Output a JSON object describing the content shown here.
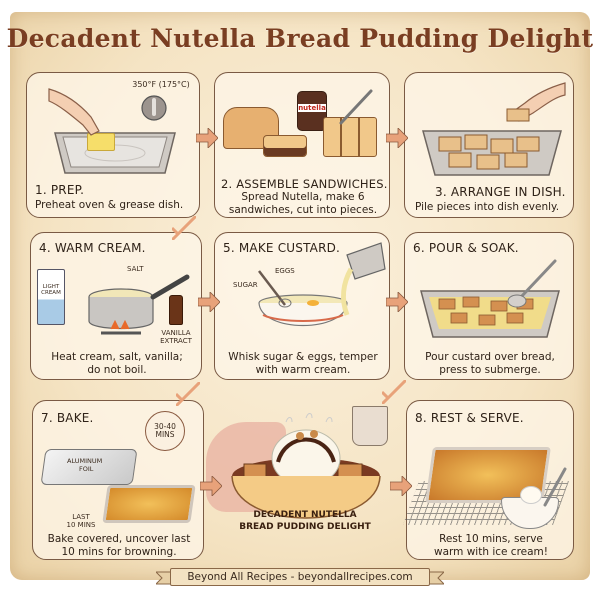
{
  "title": "Decadent Nutella Bread Pudding Delight",
  "colors": {
    "title": "#7a3e22",
    "parchment": "#f5e4c4",
    "panel_border": "#7a5a44",
    "arrow": "#e8a27a",
    "text": "#2f2218"
  },
  "steps": [
    {
      "number": "1",
      "label": "1. PREP.",
      "description": "Preheat oven & grease dish.",
      "annotations": {
        "temperature": "350°F (175°C)"
      },
      "icons": [
        "hand-icon",
        "butter-icon",
        "baking-dish-icon",
        "oven-dial-icon"
      ]
    },
    {
      "number": "2",
      "label": "2. ASSEMBLE SANDWICHES.",
      "description_line1": "Spread Nutella, make 6",
      "description_line2": "sandwiches, cut into pieces.",
      "annotations": {
        "jar_label": "nutella"
      },
      "icons": [
        "bread-loaf-icon",
        "nutella-jar-icon",
        "sandwich-icon",
        "knife-icon"
      ]
    },
    {
      "number": "3",
      "label": "3. ARRANGE IN DISH.",
      "description": "Pile pieces into dish evenly.",
      "icons": [
        "hand-icon",
        "baking-dish-icon",
        "bread-pieces-icon"
      ]
    },
    {
      "number": "4",
      "label": "4. WARM CREAM.",
      "description_line1": "Heat cream, salt, vanilla;",
      "description_line2": "do not boil.",
      "annotations": {
        "carton": "LIGHT CREAM",
        "salt": "SALT",
        "vanilla_line1": "VANILLA",
        "vanilla_line2": "EXTRACT"
      },
      "icons": [
        "cream-carton-icon",
        "saucepan-icon",
        "salt-icon",
        "vanilla-bottle-icon",
        "stove-flame-icon"
      ]
    },
    {
      "number": "5",
      "label": "5. MAKE CUSTARD.",
      "description_line1": "Whisk sugar & eggs, temper",
      "description_line2": "with warm cream.",
      "annotations": {
        "sugar": "SUGAR",
        "eggs": "EGGS"
      },
      "icons": [
        "mixing-bowl-icon",
        "whisk-icon",
        "saucepan-pour-icon"
      ]
    },
    {
      "number": "6",
      "label": "6. POUR & SOAK.",
      "description_line1": "Pour custard over bread,",
      "description_line2": "press to submerge.",
      "icons": [
        "baking-dish-icon",
        "spoon-icon"
      ]
    },
    {
      "number": "7",
      "label": "7. BAKE.",
      "description_line1": "Bake covered, uncover last",
      "description_line2": "10 mins for browning.",
      "annotations": {
        "timer_line1": "30-40",
        "timer_line2": "MINS",
        "foil_line1": "ALUMINUM",
        "foil_line2": "FOIL",
        "last_line1": "LAST",
        "last_line2": "10 MINS"
      },
      "icons": [
        "timer-icon",
        "foil-covered-dish-icon",
        "baked-dish-icon"
      ]
    },
    {
      "number": "8",
      "label": "8. REST & SERVE.",
      "description_line1": "Rest 10 mins, serve",
      "description_line2": "warm with ice cream!",
      "icons": [
        "baked-dish-icon",
        "cooling-rack-icon",
        "serving-bowl-icon",
        "ice-cream-icon"
      ]
    }
  ],
  "center": {
    "bowl_line1": "DECADENT NUTELLA",
    "bowl_line2": "BREAD PUDDING DELIGHT",
    "icons": [
      "bread-pudding-bowl-icon",
      "ice-cream-icon",
      "coffee-mug-icon",
      "steam-icon"
    ]
  },
  "footer": {
    "credit": "Beyond All Recipes - beyondallrecipes.com"
  }
}
